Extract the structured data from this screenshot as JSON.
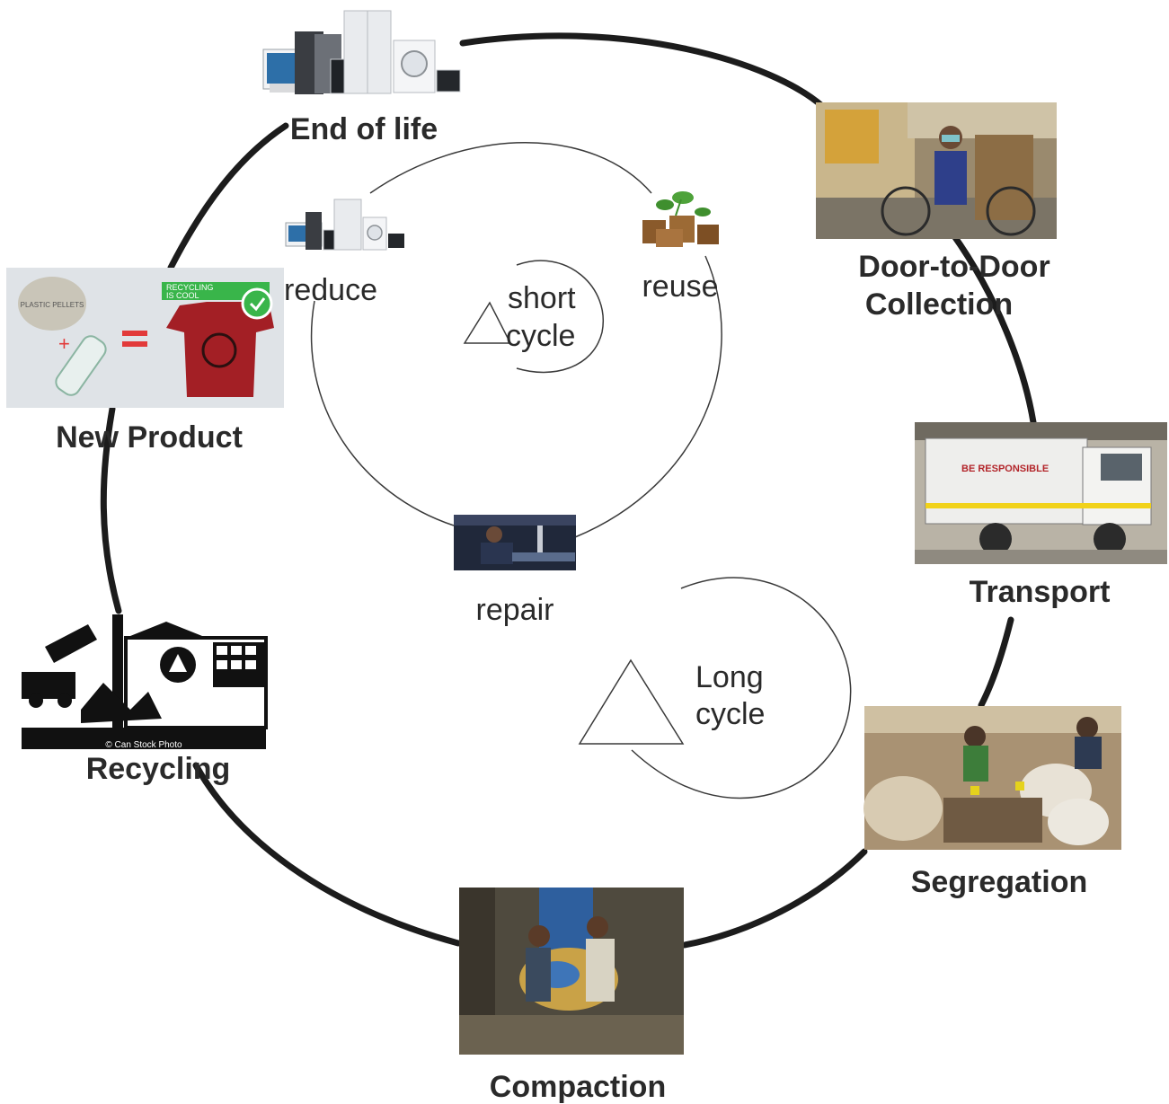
{
  "outer_cycle": {
    "stages": {
      "end_of_life": "End of life",
      "door_to_door": [
        "Door-to-Door",
        "Collection"
      ],
      "transport": "Transport",
      "segregation": "Segregation",
      "compaction": "Compaction",
      "recycling": "Recycling",
      "new_product": "New Product"
    }
  },
  "inner_cycle": {
    "reduce": "reduce",
    "reuse": "reuse",
    "repair": "repair"
  },
  "short_cycle": [
    "short",
    "cycle"
  ],
  "long_cycle": [
    "Long",
    "cycle"
  ],
  "image_text": {
    "recycling_watermark": "© Can Stock Photo",
    "recycling_is_cool": [
      "RECYCLING",
      "IS COOL"
    ],
    "truck_slogan": "BE RESPONSIBLE"
  },
  "icons": {
    "end_of_life": "electronics-appliances-icon",
    "reduce": "small-appliances-icon",
    "reuse": "plant-sprout-icon",
    "repair": "repair-photo",
    "door_to_door": "waste-collector-photo",
    "transport": "collection-truck-photo",
    "segregation": "waste-sorting-photo",
    "compaction": "compaction-photo",
    "recycling": "recycling-plant-icon",
    "new_product": "bottle-to-tshirt-icon"
  },
  "colors": {
    "outer_ring": "#1c1c1c",
    "inner_ring": "#3a3a3a",
    "label": "#2a2a2a",
    "tshirt": "#a31f25",
    "badge_green": "#39b54a",
    "truck_stripe": "#f1d21a"
  }
}
